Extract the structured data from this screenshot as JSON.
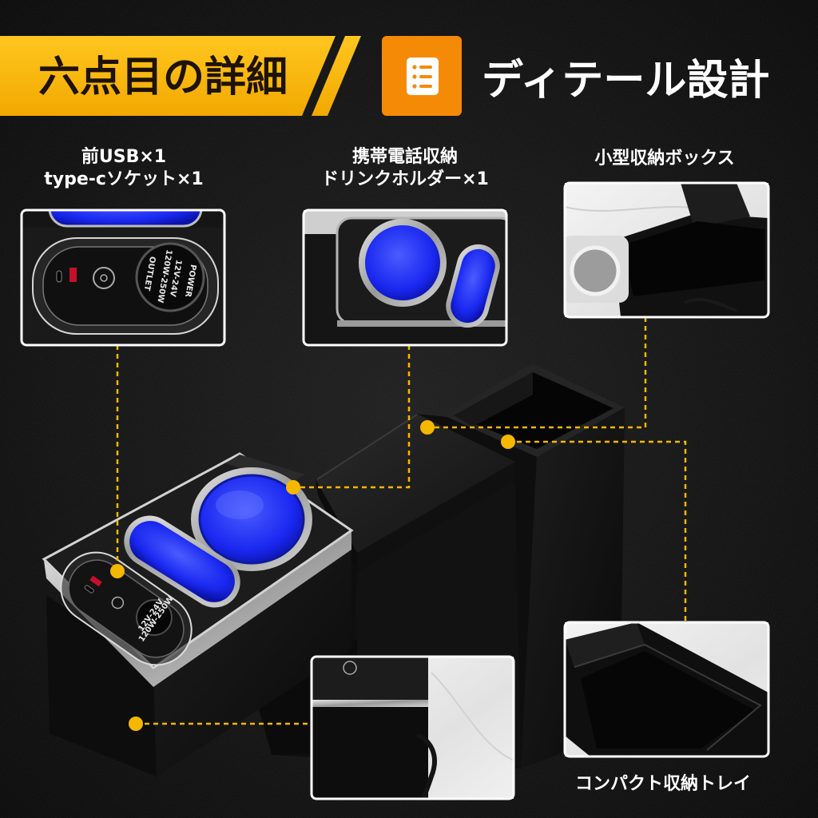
{
  "banner": {
    "section_title": "六点目の詳細",
    "heading": "ディテール設計",
    "badge_icon": "list-icon"
  },
  "callouts": {
    "usb": {
      "line1": "前USB×1",
      "line2": "type-cソケット×1"
    },
    "cup": {
      "line1": "携帯電話収納",
      "line2": "ドリンクホルダー×1"
    },
    "box": {
      "line1": "小型収納ボックス"
    },
    "tray": {
      "line1": "コンパクト収納トレイ"
    }
  },
  "socket": {
    "line1": "POWER",
    "line2": "12V-24V",
    "line3": "120W-250W",
    "line4": "OUTLET"
  },
  "colors": {
    "banner_yellow": "#F7B500",
    "badge_orange": "#F58A07",
    "led_blue": "#1F2BFF",
    "connector_yellow": "#F5B800",
    "background": "#141414"
  }
}
